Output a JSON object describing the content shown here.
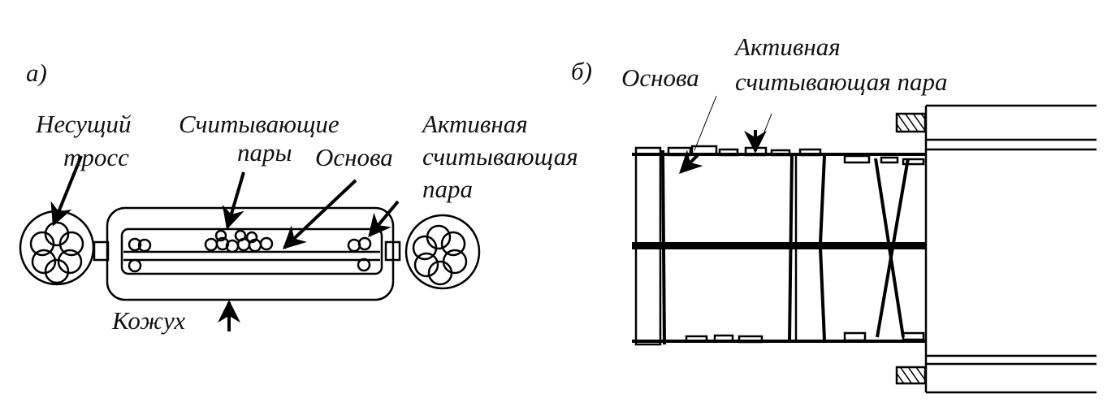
{
  "panel_a": {
    "tag": "а)",
    "carrier_cable": [
      "Несущий",
      "тросс"
    ],
    "reading_pairs": [
      "Считывающие",
      "пары"
    ],
    "base": "Основа",
    "active_pair": [
      "Активная",
      "считывающая",
      "пара"
    ],
    "jacket": "Кожух"
  },
  "panel_b": {
    "tag": "б)",
    "base": "Основа",
    "active_pair": [
      "Активная",
      "считывающая пара"
    ]
  }
}
